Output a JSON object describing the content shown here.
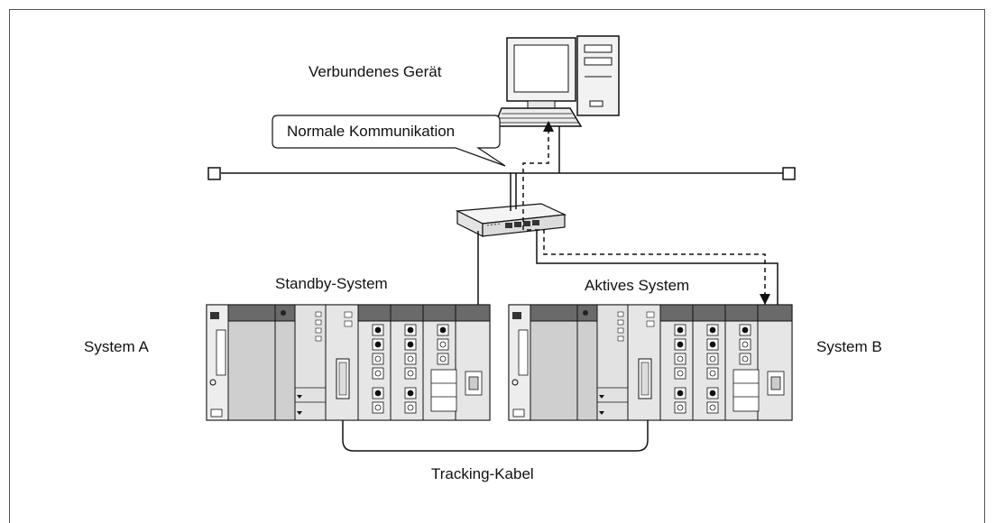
{
  "labels": {
    "connected_device": "Verbundenes Gerät",
    "normal_communication": "Normale Kommunikation",
    "standby_system": "Standby-System",
    "active_system": "Aktives System",
    "system_a": "System A",
    "system_b": "System B",
    "tracking_cable": "Tracking-Kabel"
  },
  "colors": {
    "line": "#111111",
    "module_light": "#e6e6e6",
    "module_mid": "#cfcfcf",
    "module_dark": "#5a5a5a",
    "module_header": "#6a6a6a"
  }
}
